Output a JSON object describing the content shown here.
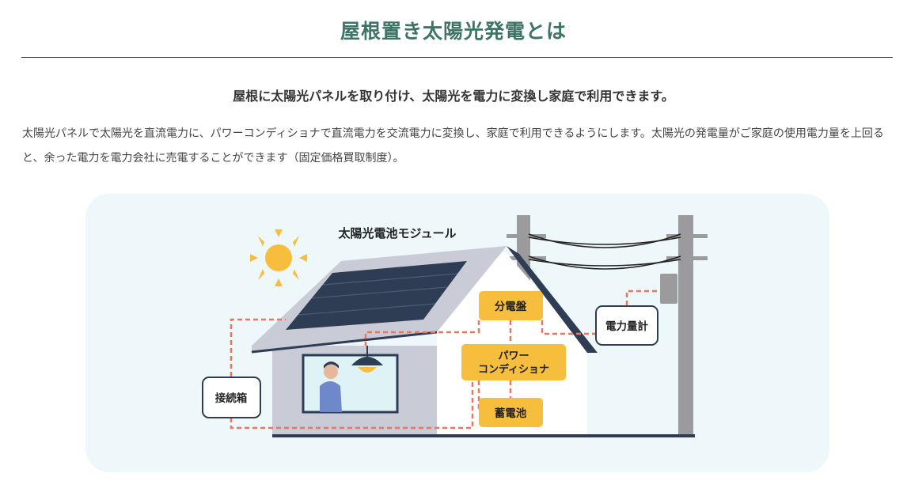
{
  "heading": "屋根置き太陽光発電とは",
  "lead": "屋根に太陽光パネルを取り付け、太陽光を電力に変換し家庭で利用できます。",
  "description": "太陽光パネルで太陽光を直流電力に、パワーコンディショナで直流電力を交流電力に変換し、家庭で利用できるようにします。太陽光の発電量がご家庭の使用電力量を上回ると、余った電力を電力会社に売電することができます（固定価格買取制度）。",
  "diagram": {
    "module_label": "太陽光電池モジュール",
    "junction_box": "接続箱",
    "distribution_board": "分電盤",
    "power_conditioner_line1": "パワー",
    "power_conditioner_line2": "コンディショナ",
    "storage_battery": "蓄電池",
    "power_meter": "電力量計"
  },
  "colors": {
    "heading": "#3e7366",
    "accent_box": "#f6be3c",
    "wire": "#e8775f",
    "panel_bg": "#eef7fa",
    "solar_panel": "#2f3d54",
    "house_wall": "#c9ccd6",
    "pole": "#9b9b9e"
  },
  "icons": [
    "sun-icon",
    "person-icon",
    "ceiling-lamp-icon"
  ]
}
